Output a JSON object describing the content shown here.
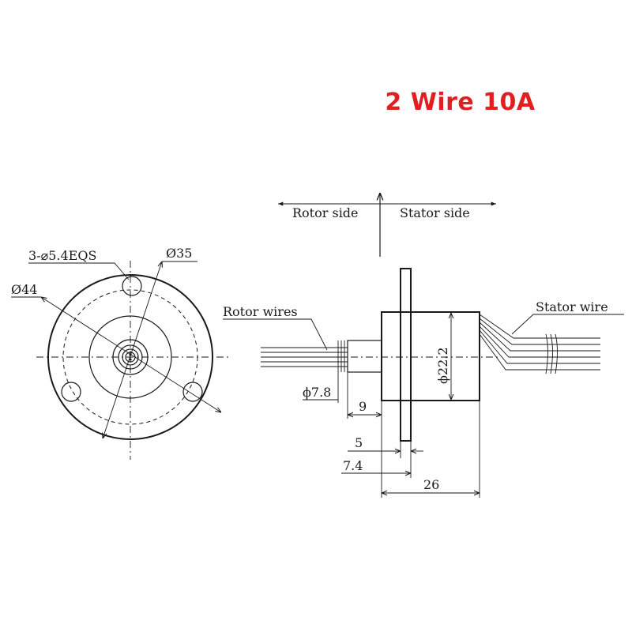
{
  "title": "2 Wire 10A",
  "title_color": "#e02020",
  "labels": {
    "rotor_side": "Rotor side",
    "stator_side": "Stator side",
    "rotor_wires": "Rotor wires",
    "stator_wire": "Stator wire",
    "holes": "3-⌀5.4EQS",
    "dia_35": "Ø35",
    "dia_44": "Ø44",
    "dia_22_2": "ϕ22.2",
    "dia_7_8": "ϕ7.8",
    "dim_9": "9",
    "dim_5": "5",
    "dim_7_4": "7.4",
    "dim_26": "26"
  }
}
